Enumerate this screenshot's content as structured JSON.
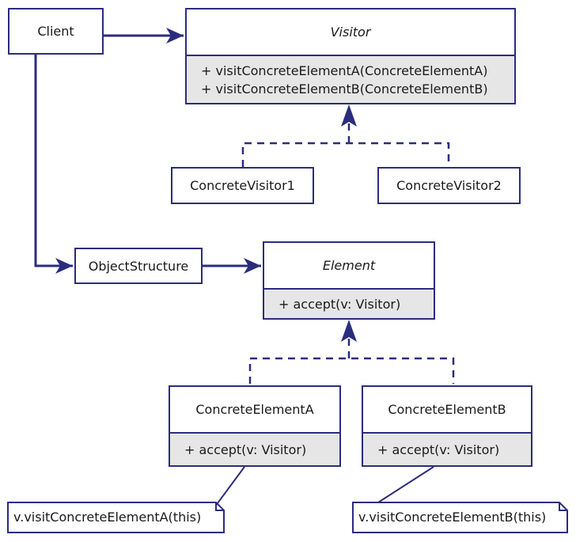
{
  "diagram": {
    "client": "Client",
    "visitor": {
      "name": "Visitor",
      "methods": [
        "+ visitConcreteElementA(ConcreteElementA)",
        "+ visitConcreteElementB(ConcreteElementB)"
      ]
    },
    "concrete_visitor_1": "ConcreteVisitor1",
    "concrete_visitor_2": "ConcreteVisitor2",
    "object_structure": "ObjectStructure",
    "element": {
      "name": "Element",
      "methods": [
        "+  accept(v: Visitor)"
      ]
    },
    "concrete_element_a": {
      "name": "ConcreteElementA",
      "methods": [
        "+  accept(v: Visitor)"
      ]
    },
    "concrete_element_b": {
      "name": "ConcreteElementB",
      "methods": [
        "+  accept(v: Visitor)"
      ]
    },
    "note_a": "v.visitConcreteElementA(this)",
    "note_b": "v.visitConcreteElementB(this)"
  },
  "colors": {
    "line": "#2b2c7e",
    "method_fill": "#e6e6e6",
    "background": "#ffffff"
  }
}
